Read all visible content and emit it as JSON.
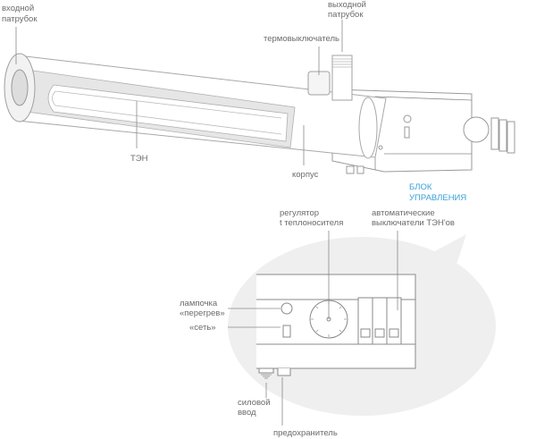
{
  "top_view": {
    "inlet_pipe": [
      "входной",
      "патрубок"
    ],
    "outlet_pipe": [
      "выходной",
      "патрубок"
    ],
    "thermo_switch": "термовыключатель",
    "heating_element": "ТЭН",
    "housing": "корпус",
    "control_unit": [
      "БЛОК",
      "УПРАВЛЕНИЯ"
    ]
  },
  "control_panel": {
    "temp_regulator": [
      "регулятор",
      "t теплоносителя"
    ],
    "auto_breakers": [
      "автоматические",
      "выключатели ТЭН'ов"
    ],
    "overheat_lamp": [
      "лампочка",
      "«перегрев»"
    ],
    "power_switch": "«сеть»",
    "power_input": [
      "силовой",
      "ввод"
    ],
    "fuse": "предохранитель"
  },
  "colors": {
    "accent": "#3aa0d8",
    "line": "#8a8a8a",
    "bubble": "#efefef"
  }
}
